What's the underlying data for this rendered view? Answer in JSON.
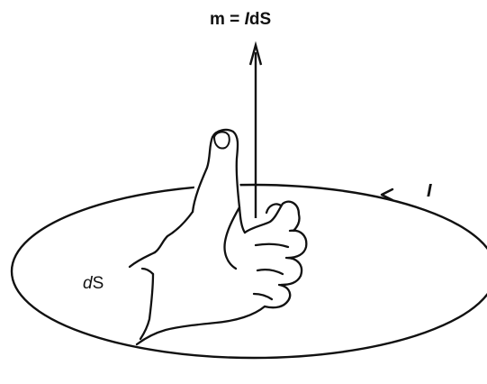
{
  "labels": {
    "moment_prefix": "m = ",
    "moment_current": "I",
    "moment_area": "dS",
    "current": "I",
    "area_prefix": "d",
    "area_suffix": "S"
  }
}
